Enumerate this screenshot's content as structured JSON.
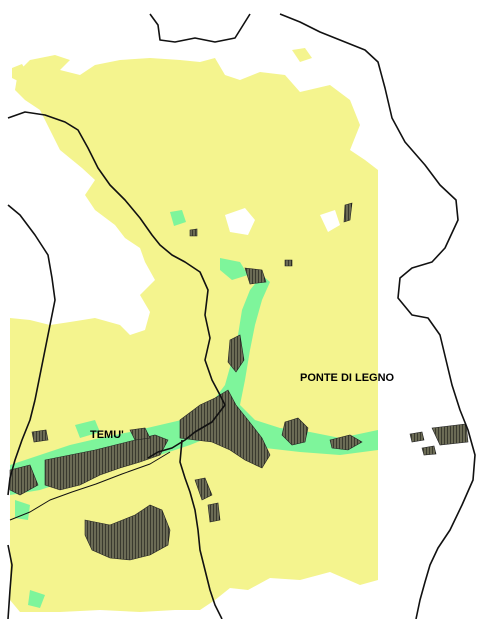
{
  "map": {
    "places": [
      {
        "id": "ponte",
        "name": "PONTE DI LEGNO"
      },
      {
        "id": "temu",
        "name": "TEMU'"
      }
    ],
    "colors": {
      "background": "#ffffff",
      "land_zone": "#f4f48e",
      "green_zone": "#7ef59b",
      "urban_hatch": "#4a4a3e",
      "boundary": "#111111"
    }
  }
}
